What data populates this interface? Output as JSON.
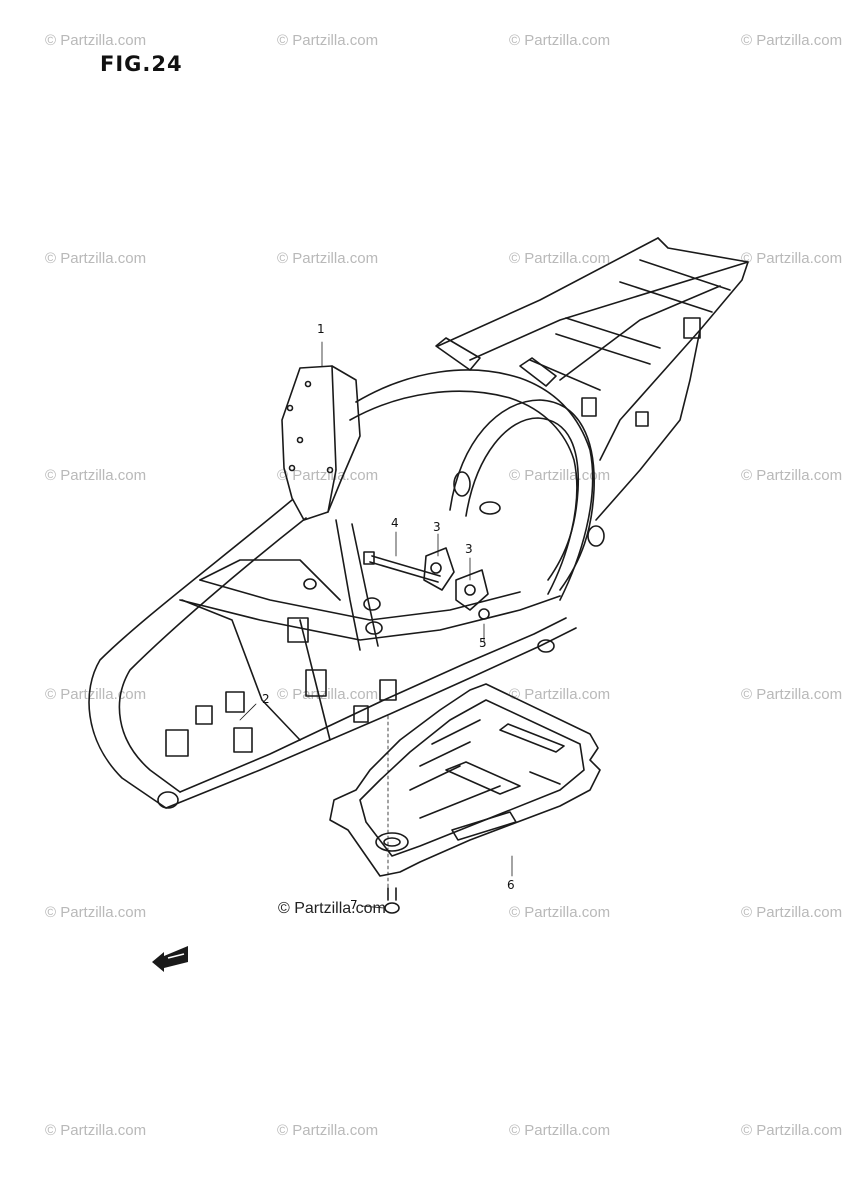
{
  "figure": {
    "title": "FIG.24"
  },
  "watermark": {
    "text": "© Partzilla.com"
  },
  "credit": {
    "text": "© Partzilla.com"
  },
  "callouts": [
    "1",
    "2",
    "3",
    "3",
    "4",
    "5",
    "6",
    "7"
  ],
  "colors": {
    "line": "#1a1a1a",
    "watermark": "#b9b9b9",
    "background": "#ffffff"
  },
  "icons": {
    "direction": "forward-arrow-icon"
  }
}
